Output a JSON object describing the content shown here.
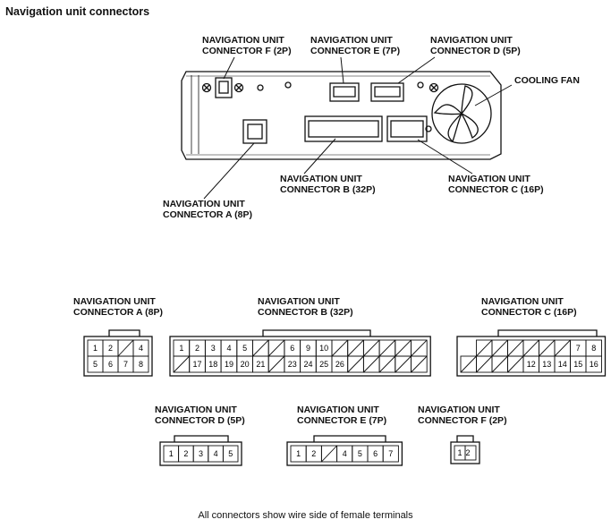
{
  "title": "Navigation unit connectors",
  "unit_labels": {
    "f": [
      "NAVIGATION UNIT",
      "CONNECTOR F (2P)"
    ],
    "e": [
      "NAVIGATION UNIT",
      "CONNECTOR E (7P)"
    ],
    "d": [
      "NAVIGATION UNIT",
      "CONNECTOR D (5P)"
    ],
    "fan": [
      "COOLING FAN"
    ],
    "b": [
      "NAVIGATION UNIT",
      "CONNECTOR B (32P)"
    ],
    "c": [
      "NAVIGATION UNIT",
      "CONNECTOR C (16P)"
    ],
    "a": [
      "NAVIGATION UNIT",
      "CONNECTOR A (8P)"
    ]
  },
  "connectors": {
    "a": {
      "label": [
        "NAVIGATION UNIT",
        "CONNECTOR A (8P)"
      ],
      "rows": [
        [
          "1",
          "2",
          "/",
          "4"
        ],
        [
          "5",
          "6",
          "7",
          "8"
        ]
      ]
    },
    "b": {
      "label": [
        "NAVIGATION UNIT",
        "CONNECTOR B (32P)"
      ],
      "rows": [
        [
          "1",
          "2",
          "3",
          "4",
          "5",
          "/",
          "/",
          "6",
          "9",
          "10",
          "/",
          "/",
          "/",
          "/",
          "/",
          "/"
        ],
        [
          "/",
          "17",
          "18",
          "19",
          "20",
          "21",
          "/",
          "23",
          "24",
          "25",
          "26",
          "/",
          "/",
          "/",
          "/",
          "/"
        ]
      ]
    },
    "c": {
      "label": [
        "NAVIGATION UNIT",
        "CONNECTOR C (16P)"
      ],
      "rows": [
        [
          "/",
          "/",
          "/",
          "/",
          "/",
          "/",
          "7",
          "8"
        ],
        [
          "/",
          "/",
          "/",
          "/",
          "12",
          "13",
          "14",
          "15",
          "16"
        ]
      ]
    },
    "d": {
      "label": [
        "NAVIGATION UNIT",
        "CONNECTOR D (5P)"
      ],
      "rows": [
        [
          "1",
          "2",
          "3",
          "4",
          "5"
        ]
      ]
    },
    "e": {
      "label": [
        "NAVIGATION UNIT",
        "CONNECTOR E (7P)"
      ],
      "rows": [
        [
          "1",
          "2",
          "/",
          "4",
          "5",
          "6",
          "7"
        ]
      ]
    },
    "f": {
      "label": [
        "NAVIGATION UNIT",
        "CONNECTOR F (2P)"
      ],
      "rows": [
        [
          "1",
          "2"
        ]
      ]
    }
  },
  "footer": "All connectors show wire side of female terminals"
}
